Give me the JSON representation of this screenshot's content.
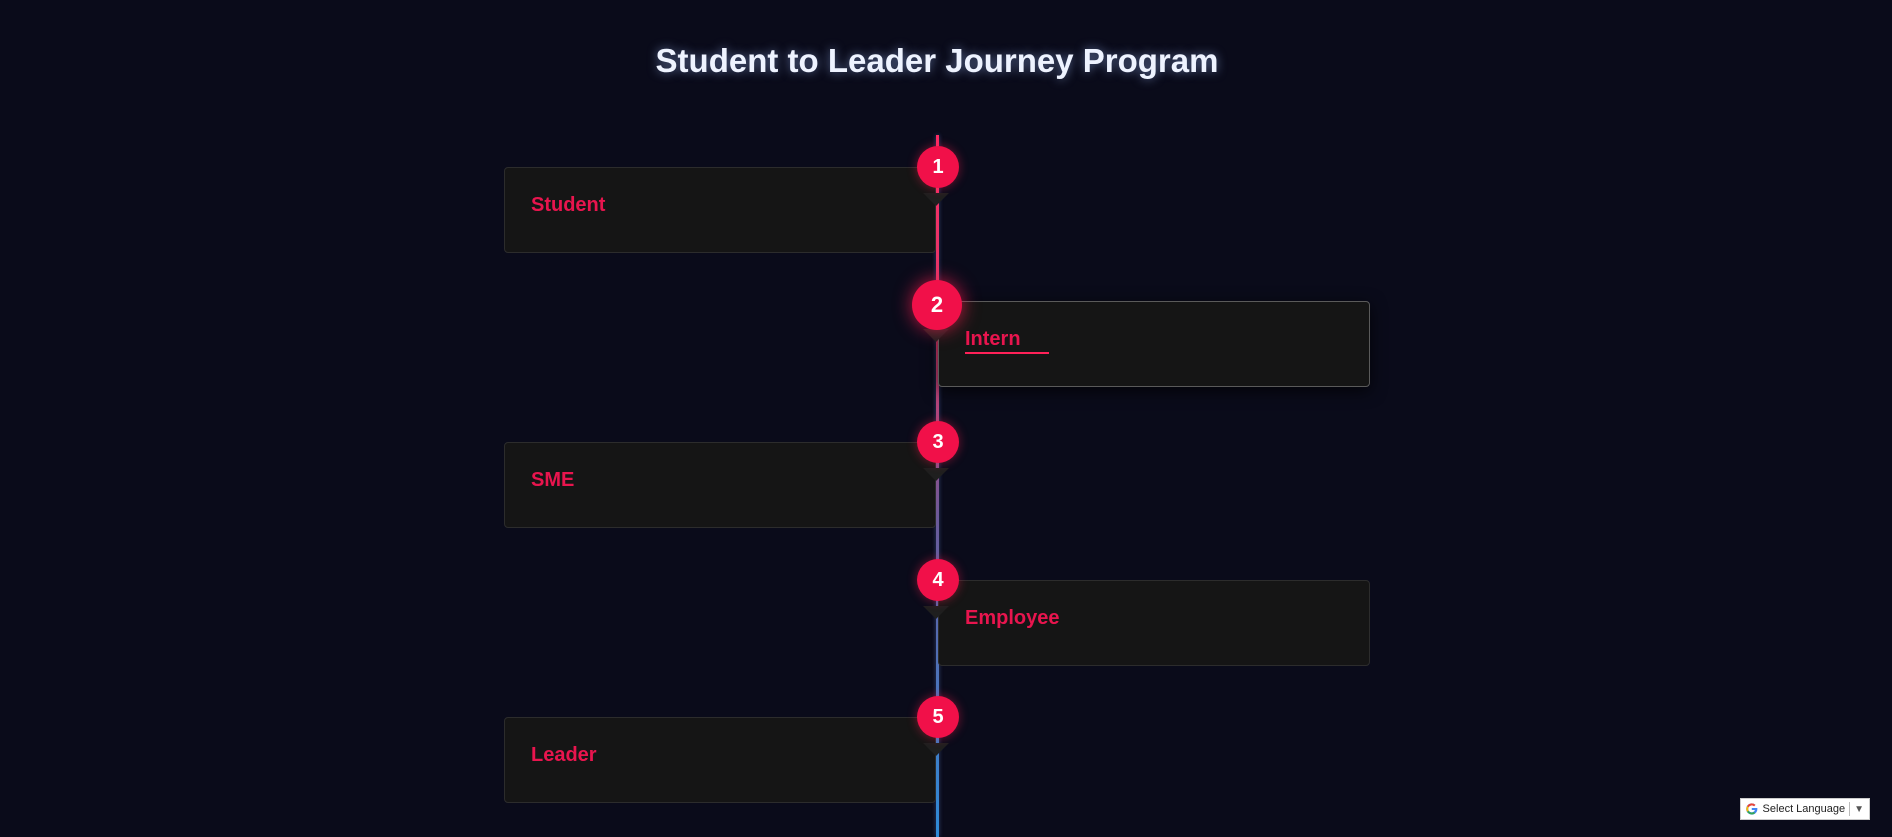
{
  "page": {
    "title": "Student to Leader Journey Program"
  },
  "colors": {
    "background": "#0a0b1a",
    "accent": "#f11049",
    "card_label": "#e8154e",
    "card_bg": "#151515"
  },
  "steps": [
    {
      "number": "1",
      "label": "Student",
      "side": "left"
    },
    {
      "number": "2",
      "label": "Intern",
      "side": "right",
      "active": true
    },
    {
      "number": "3",
      "label": "SME",
      "side": "left"
    },
    {
      "number": "4",
      "label": "Employee",
      "side": "right"
    },
    {
      "number": "5",
      "label": "Leader",
      "side": "left"
    }
  ],
  "translate_widget": {
    "label": "Select Language",
    "icon": "google-g-icon",
    "arrow": "▼"
  }
}
